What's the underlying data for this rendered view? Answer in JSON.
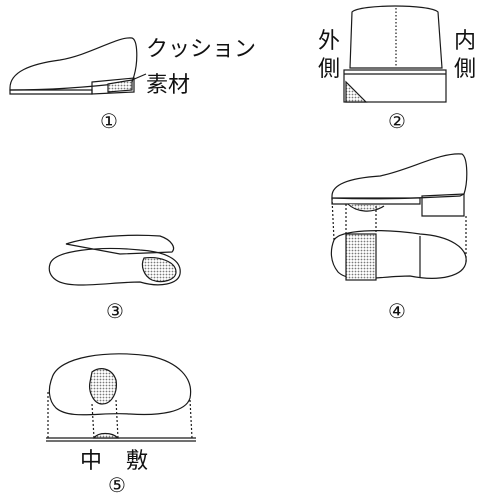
{
  "labels": {
    "cushion_line1": "クッション",
    "cushion_line2": "素材",
    "outer_char1": "外",
    "outer_char2": "側",
    "inner_char1": "内",
    "inner_char2": "側",
    "midsole_char1": "中",
    "midsole_char2": "敷"
  },
  "panel_numbers": [
    "①",
    "②",
    "③",
    "④",
    "⑤"
  ],
  "colors": {
    "line": "#1a1a1a",
    "shade": "#9a9a9a",
    "background": "#ffffff"
  }
}
